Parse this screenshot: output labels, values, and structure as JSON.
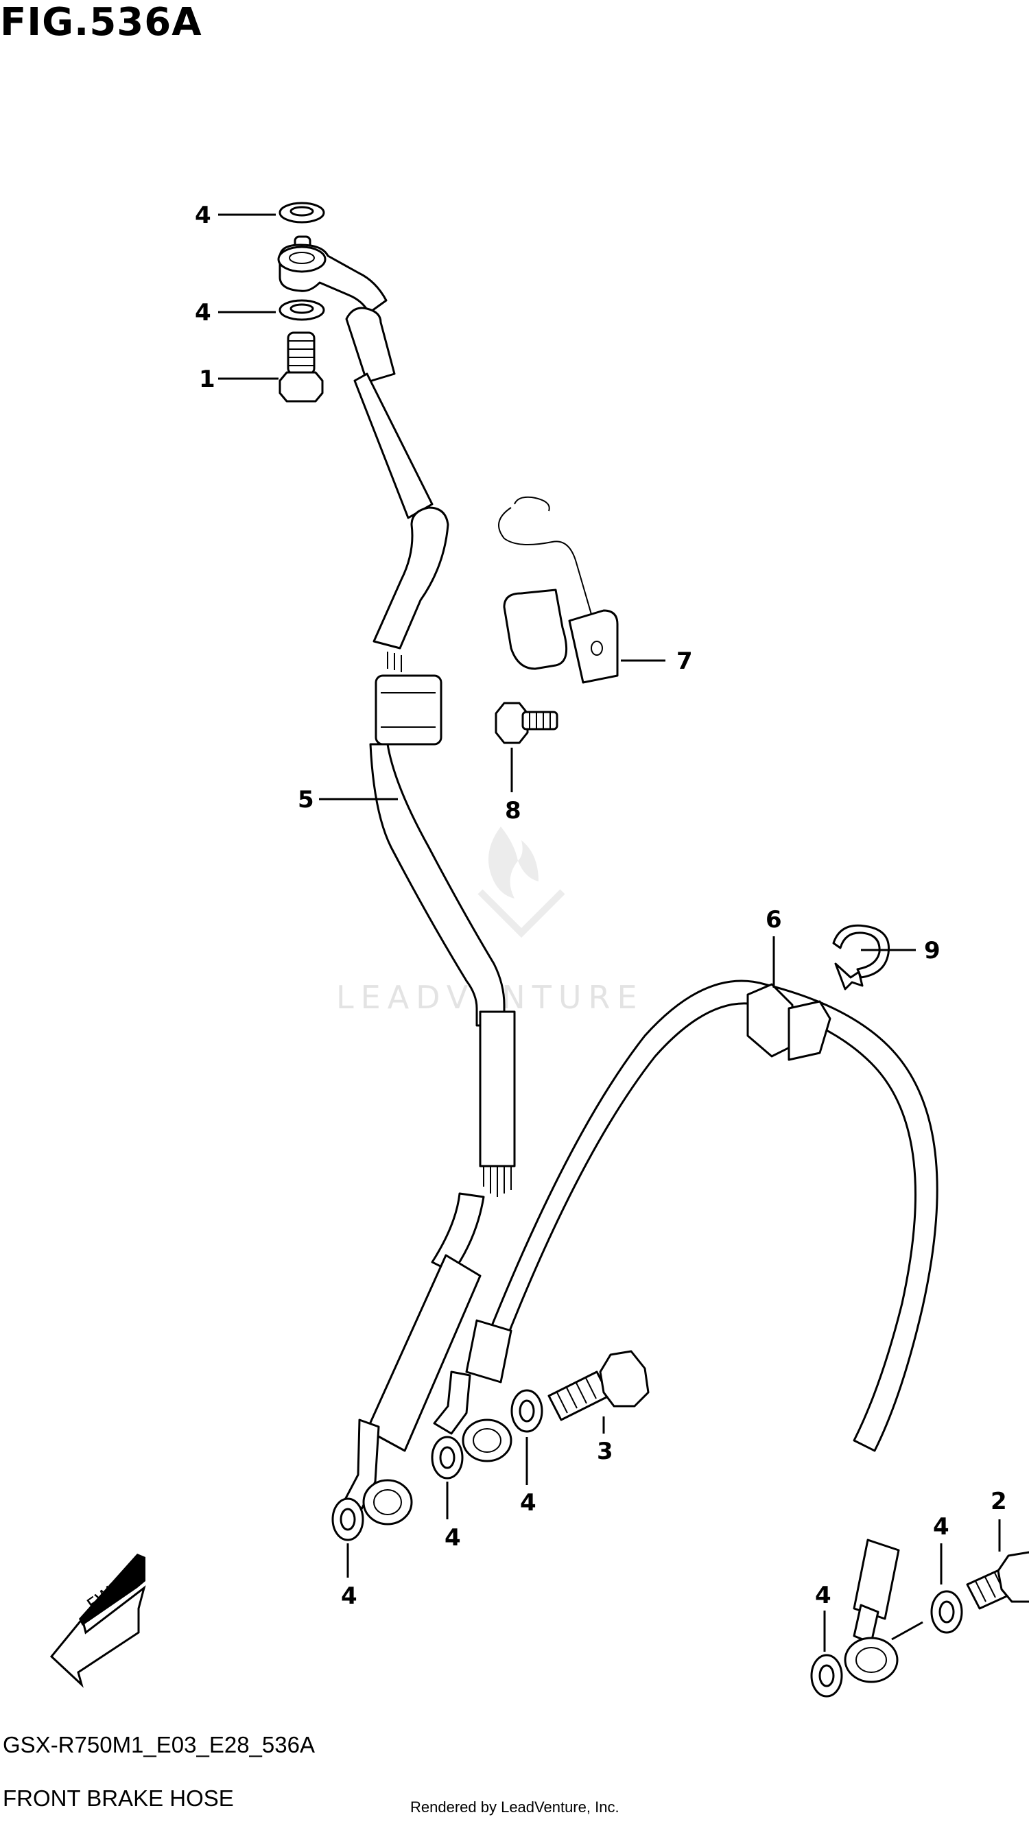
{
  "figure": {
    "title": "FIG.536A",
    "diagram_code": "GSX-R750M1_E03_E28_536A",
    "section_name": "FRONT BRAKE HOSE",
    "render_credit": "Rendered by LeadVenture, Inc.",
    "watermark": "LEADVENTURE"
  },
  "direction_arrow": {
    "label": "FWD"
  },
  "callouts": [
    {
      "id": "c4a",
      "number": "4"
    },
    {
      "id": "c4b",
      "number": "4"
    },
    {
      "id": "c1",
      "number": "1"
    },
    {
      "id": "c7",
      "number": "7"
    },
    {
      "id": "c8",
      "number": "8"
    },
    {
      "id": "c5",
      "number": "5"
    },
    {
      "id": "c6",
      "number": "6"
    },
    {
      "id": "c9",
      "number": "9"
    },
    {
      "id": "c3",
      "number": "3"
    },
    {
      "id": "c4c",
      "number": "4"
    },
    {
      "id": "c4d",
      "number": "4"
    },
    {
      "id": "c4e",
      "number": "4"
    },
    {
      "id": "c2",
      "number": "2"
    },
    {
      "id": "c4f",
      "number": "4"
    },
    {
      "id": "c4g",
      "number": "4"
    }
  ],
  "colors": {
    "line": "#000000",
    "background": "#ffffff",
    "watermark": "#e3e3e3"
  }
}
